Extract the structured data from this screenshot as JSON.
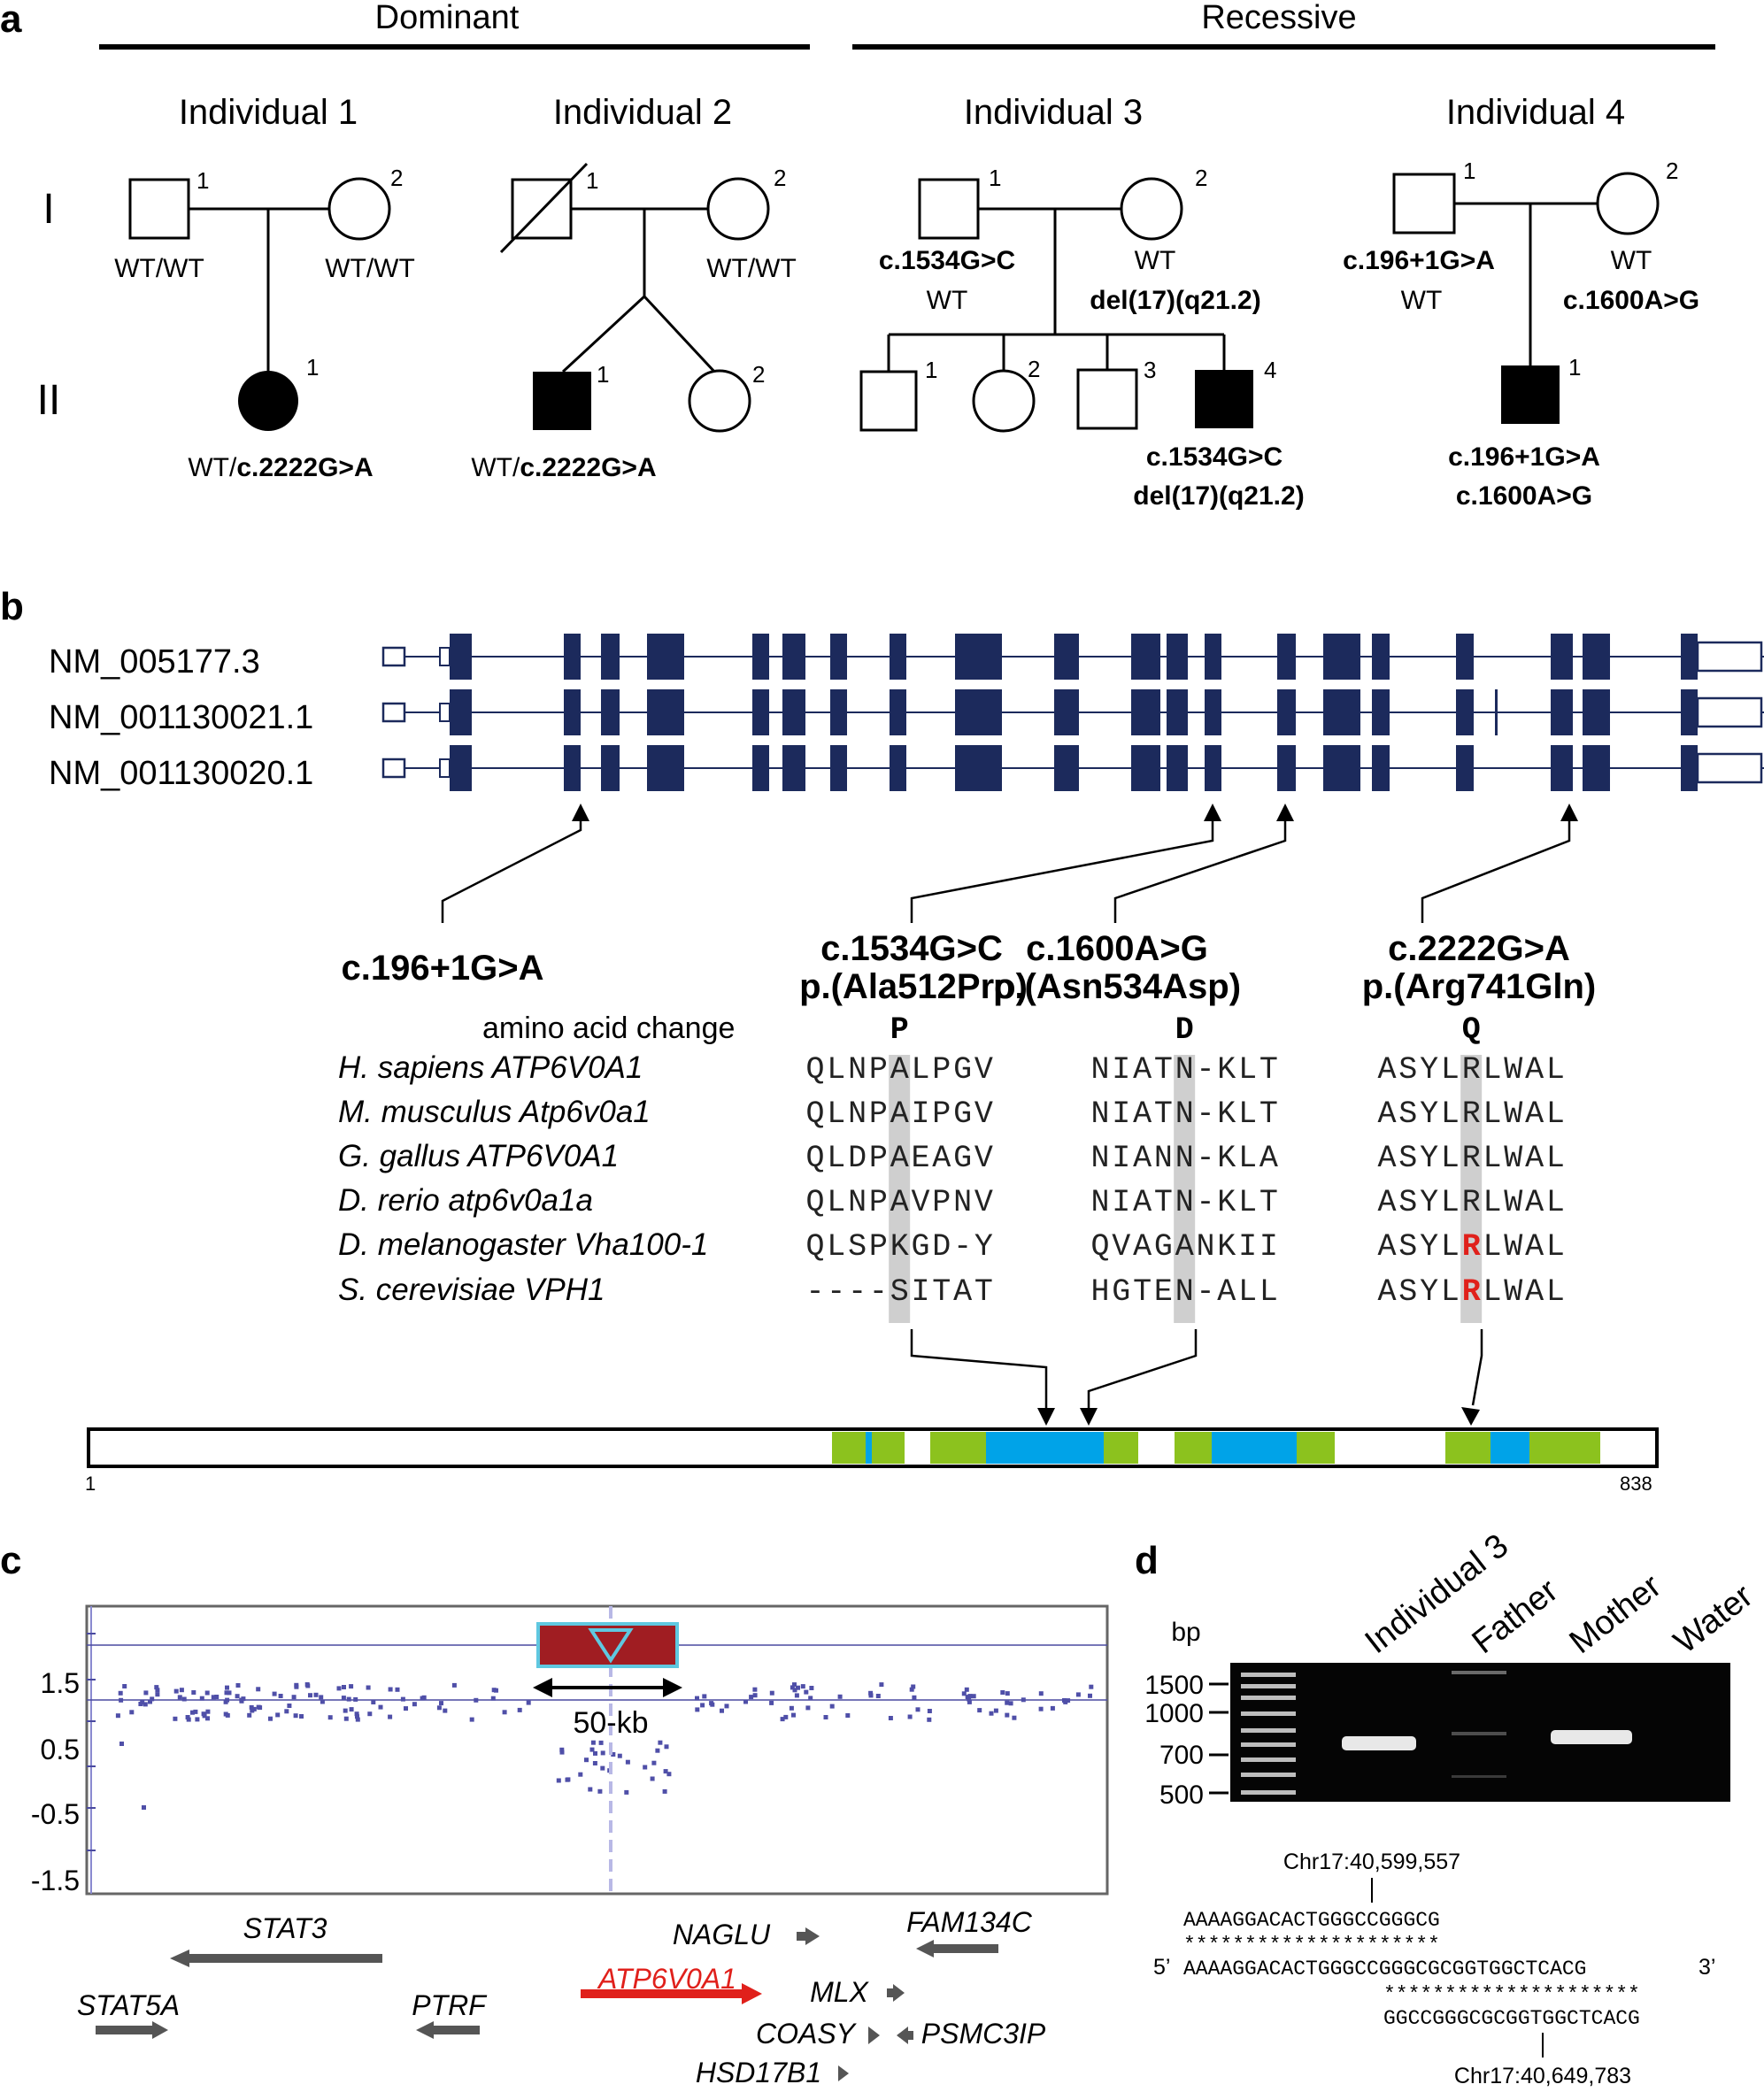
{
  "panel_labels": {
    "a": "a",
    "b": "b",
    "c": "c",
    "d": "d"
  },
  "panel_a": {
    "dominant": "Dominant",
    "recessive": "Recessive",
    "gen_I": "I",
    "gen_II": "II",
    "ind1": {
      "title": "Individual 1",
      "father_num": "1",
      "mother_num": "2",
      "child_num": "1",
      "father_gt": "WT/WT",
      "mother_gt": "WT/WT",
      "child_gt_prefix": "WT/",
      "child_gt_bold": "c.2222G>A"
    },
    "ind2": {
      "title": "Individual 2",
      "father_num": "1",
      "mother_num": "2",
      "child1_num": "1",
      "child2_num": "2",
      "mother_gt": "WT/WT",
      "child_gt_prefix": "WT/",
      "child_gt_bold": "c.2222G>A"
    },
    "ind3": {
      "title": "Individual 3",
      "father_num": "1",
      "mother_num": "2",
      "father_gt1": "c.1534G>C",
      "father_gt2": "WT",
      "mother_gt1": "WT",
      "mother_gt2": "del(17)(q21.2)",
      "sib_nums": [
        "1",
        "2",
        "3",
        "4"
      ],
      "proband_gt1": "c.1534G>C",
      "proband_gt2": "del(17)(q21.2)"
    },
    "ind4": {
      "title": "Individual 4",
      "father_num": "1",
      "mother_num": "2",
      "child_num": "1",
      "father_gt1": "c.196+1G>A",
      "father_gt2": "WT",
      "mother_gt1": "WT",
      "mother_gt2": "c.1600A>G",
      "child_gt1": "c.196+1G>A",
      "child_gt2": "c.1600A>G"
    }
  },
  "panel_b": {
    "transcripts": [
      "NM_005177.3",
      "NM_001130021.1",
      "NM_001130020.1"
    ],
    "variants": [
      {
        "c": "c.196+1G>A",
        "p": ""
      },
      {
        "c": "c.1534G>C",
        "p": "p.(Ala512Pro)"
      },
      {
        "c": "c.1600A>G",
        "p": "p.(Asn534Asp)"
      },
      {
        "c": "c.2222G>A",
        "p": "p.(Arg741Gln)"
      }
    ],
    "aa_change_label": "amino acid change",
    "aa_changes": [
      "P",
      "D",
      "Q"
    ],
    "species": [
      "H. sapiens ATP6V0A1",
      "M. musculus Atp6v0a1",
      "G. gallus ATP6V0A1",
      "D. rerio atp6v0a1a",
      "D. melanogaster Vha100-1",
      "S. cerevisiae VPH1"
    ],
    "alignment": [
      [
        "QLNPALPGV",
        "NIATN-KLT",
        "ASYLRLWAL"
      ],
      [
        "QLNPAIPGV",
        "NIATN-KLT",
        "ASYLRLWAL"
      ],
      [
        "QLDPAEAGV",
        "NIANN-KLA",
        "ASYLRLWAL"
      ],
      [
        "QLNPAVPNV",
        "NIATN-KLT",
        "ASYLRLWAL"
      ],
      [
        "QLSPKGD-Y",
        "QVAGANKII",
        "ASYLRLWAL"
      ],
      [
        "----SITAT",
        "HGTEN-ALL",
        "ASYLRLWAL"
      ]
    ],
    "highlight_red_rows": [
      4,
      5
    ],
    "protein_start": "1",
    "protein_end": "838",
    "colors": {
      "exon": "#1c2a5c",
      "tm_green": "#8cc21e",
      "tm_blue": "#00a3e8",
      "red": "#e0201b",
      "shade": "#cfcfcf"
    }
  },
  "panel_c": {
    "y_ticks": [
      "1.5",
      "0.5",
      "-0.5",
      "-1.5"
    ],
    "deletion_size": "50-kb",
    "genes": [
      "STAT3",
      "STAT5A",
      "PTRF",
      "NAGLU",
      "FAM134C",
      "ATP6V0A1",
      "MLX",
      "COASY",
      "PSMC3IP",
      "HSD17B1"
    ],
    "colors": {
      "dot": "#4f4fa8",
      "deletion": "#a01d22",
      "highlight_gene": "#e0201b",
      "gene_arrow": "#555555"
    }
  },
  "panel_d": {
    "bp_label": "bp",
    "ladder": [
      "1500",
      "1000",
      "700",
      "500"
    ],
    "lanes": [
      "Individual 3",
      "Father",
      "Mother",
      "Water"
    ],
    "breakpoint_top": "Chr17:40,599,557",
    "seq_top": "AAAAGGACACTGGGCCGGGCG",
    "stars_top": "*********************",
    "prime5": "5’",
    "seq_mid": "AAAAGGACACTGGGCCGGGCGCGGTGGCTCACG",
    "prime3": "3’",
    "stars_bottom": "*********************",
    "seq_bottom": "GGCCGGGCGCGGTGGCTCACG",
    "breakpoint_bottom": "Chr17:40,649,783"
  }
}
